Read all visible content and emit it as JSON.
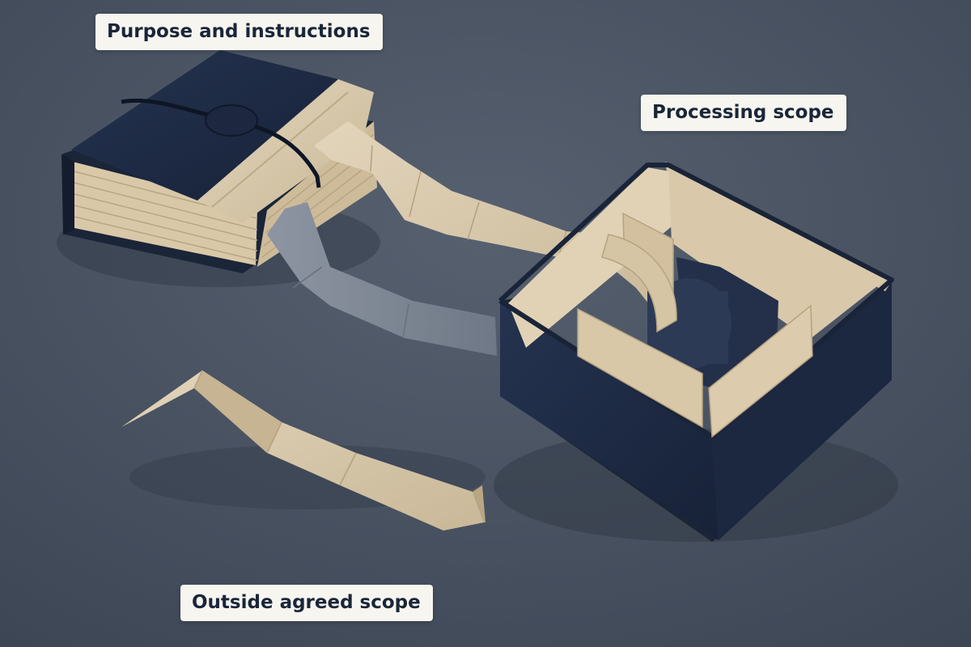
{
  "labels": {
    "purpose_and_instructions": "Purpose and instructions",
    "processing_scope": "Processing scope",
    "outside_agreed_scope": "Outside agreed scope"
  },
  "colors": {
    "background": "#4a5463",
    "navy": "#1f2b42",
    "paper_tan": "#d8c8ac",
    "gray_strip": "#7e8795",
    "label_bg": "#f7f5f0",
    "label_text": "#1a2638"
  }
}
